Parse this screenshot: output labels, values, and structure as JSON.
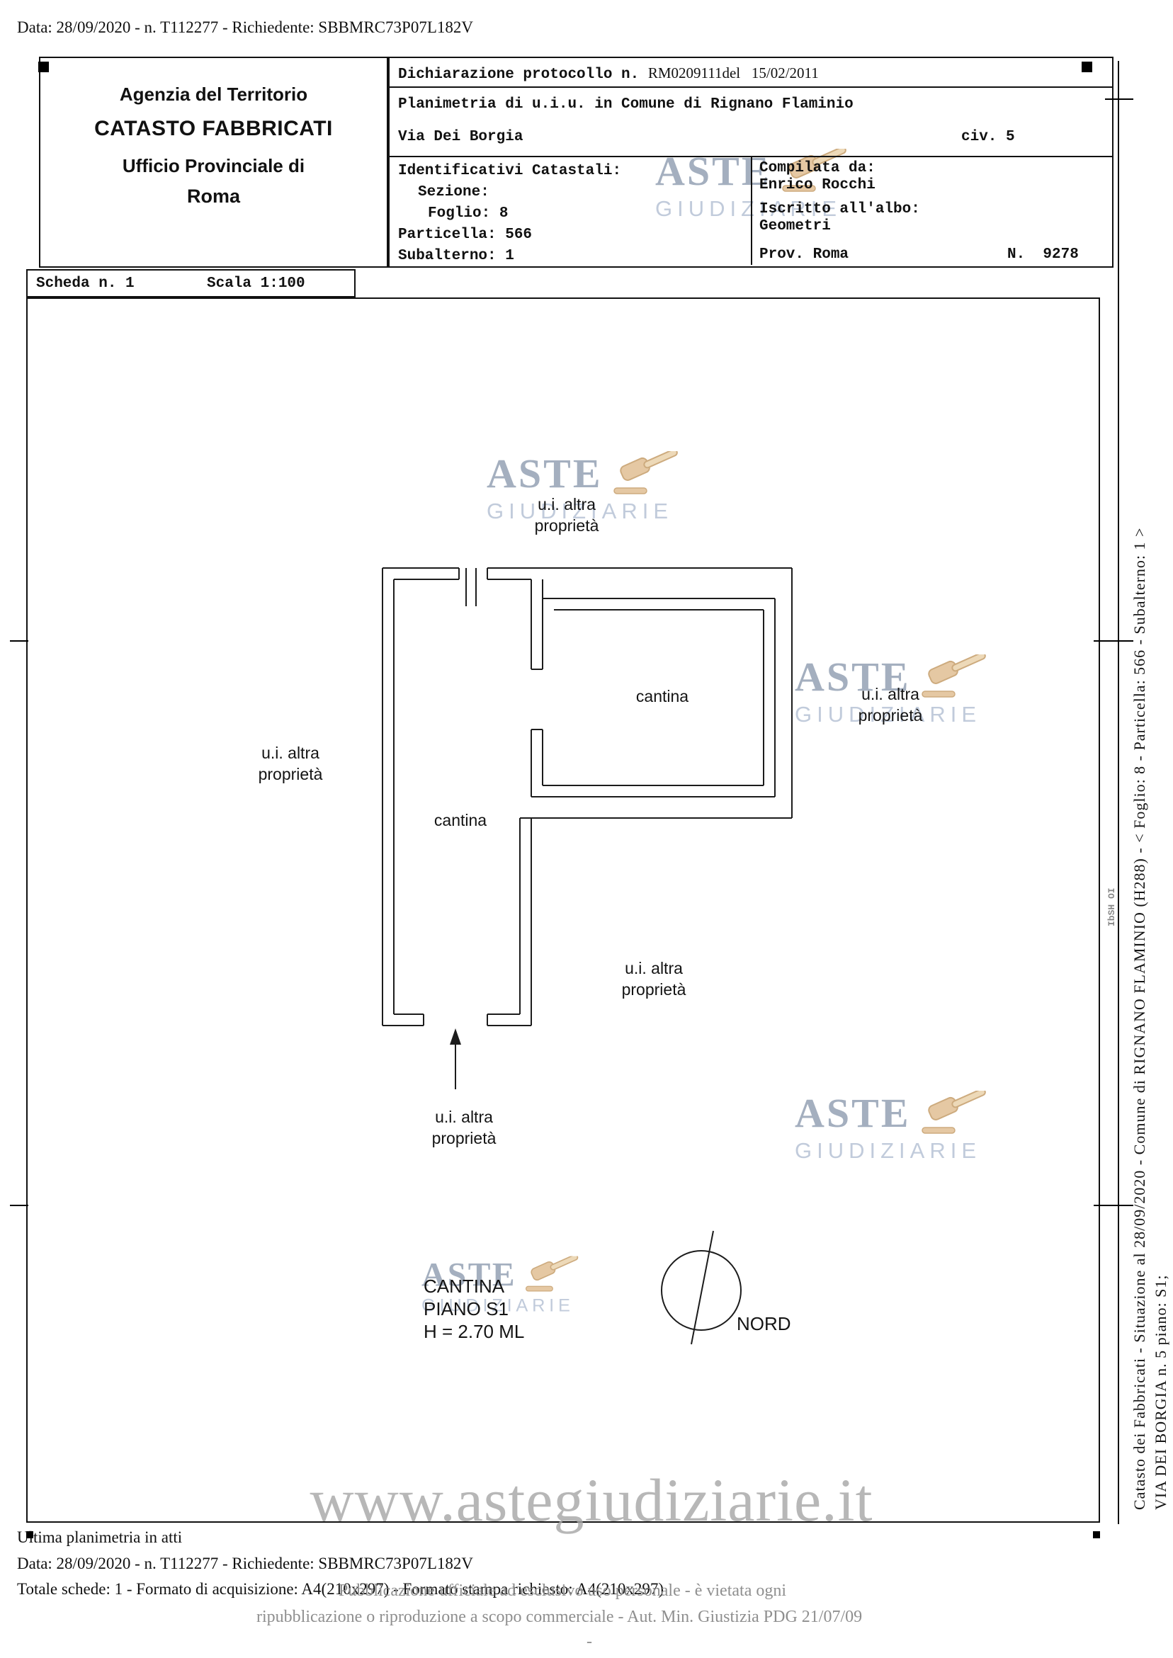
{
  "colors": {
    "ink": "#111111",
    "watermark_aste": "#9da9ba",
    "watermark_giudiziarie": "#bcc7d8",
    "gavel_wood": "#e3c49c",
    "gavel_wood_dark": "#c9a474",
    "watermark_url_gray": "#a6a6a6",
    "disclaimer_gray": "#8f8f8f"
  },
  "page": {
    "top_line": "Data: 28/09/2020 - n. T112277 - Richiedente: SBBMRC73P07L182V",
    "big_watermark": "www.astegiudiziarie.it",
    "bottom": {
      "ultima": "Ultima planimetria in atti",
      "data_line": "Data: 28/09/2020 - n. T112277 - Richiedente: SBBMRC73P07L182V",
      "totale": "Totale schede: 1 - Formato di acquisizione: A4(210x297) - Formato stampa richiesto: A4(210x297)",
      "dash": "-"
    },
    "disclaimer": {
      "line1": "Pubblicazione ufficiale ad esclusivo uso personale - è vietata ogni",
      "line2": "ripubblicazione o riproduzione a scopo commerciale - Aut. Min. Giustizia PDG 21/07/09"
    }
  },
  "header": {
    "agency_line1": "Agenzia del Territorio",
    "agency_line2": "CATASTO FABBRICATI",
    "agency_line3": "Ufficio Provinciale di",
    "agency_line4": "Roma",
    "protocol_label": "Dichiarazione protocollo n. ",
    "protocol_value": "RM0209111del   15/02/2011",
    "planimetria": "Planimetria di u.i.u. in Comune di Rignano Flaminio",
    "street": "Via Dei Borgia",
    "civ": "civ. 5",
    "identificativi": {
      "title": "Identificativi Catastali:",
      "sezione": "Sezione:",
      "foglio": "Foglio: 8",
      "particella": "Particella: 566",
      "subalterno": "Subalterno: 1"
    },
    "compilata": {
      "label": "Compilata da:",
      "name": "Enrico Rocchi",
      "albo_label": "Iscritto all'albo:",
      "albo_value": "Geometri",
      "prov": "Prov. Roma",
      "numero": "N.  9278"
    },
    "scheda": "Scheda n. 1",
    "scala": "Scala 1:100"
  },
  "plan": {
    "ui_line1": "u.i. altra",
    "ui_line2": "proprietà",
    "cantina": "cantina",
    "caption_line1": "CANTINA",
    "caption_line2": "PIANO S1",
    "caption_line3": "H = 2.70 ML",
    "north_label": "NORD"
  },
  "watermark": {
    "aste": "ASTE",
    "giudiziarie": "GIUDIZIARIE"
  },
  "sidebar": {
    "line1": "Catasto dei Fabbricati - Situazione al 28/09/2020 - Comune di RIGNANO FLAMINIO (H288) - <  Foglio: 8 - Particella: 566 - Subalterno: 1 >",
    "line2": "VIA DEI BORGIA n. 5 piano: S1;"
  },
  "edge_stamp": "IbSH OI"
}
